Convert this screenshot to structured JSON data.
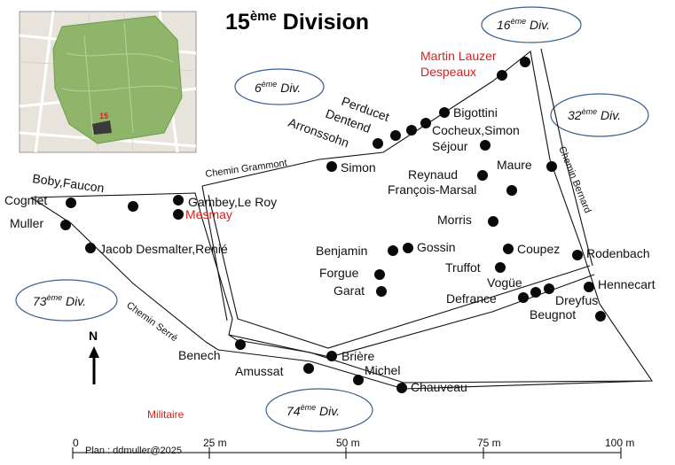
{
  "title": {
    "main": "15",
    "sup": "ème",
    "rest": " Division"
  },
  "north_label": "N",
  "neighbor_divisions": [
    {
      "num": "16",
      "sup": "ème",
      "rest": " Div."
    },
    {
      "num": "6",
      "sup": "ème",
      "rest": " Div."
    },
    {
      "num": "32",
      "sup": "ème",
      "rest": " Div."
    },
    {
      "num": "73",
      "sup": "ème",
      "rest": " Div."
    },
    {
      "num": "74",
      "sup": "ème",
      "rest": " Div."
    }
  ],
  "roads": [
    "Chemin Grammont",
    "Chemin Bernard",
    "Chemin Serré"
  ],
  "militaire_label": "Militaire",
  "inset_map": {
    "division_marker": "15"
  },
  "graves_black": [
    "Bigottini",
    "Perducet",
    "Dentend",
    "Cocheux,Simon",
    "Arronssohn",
    "Séjour",
    "Simon",
    "Maure",
    "Reynaud",
    "François-Marsal",
    "Boby,Faucon",
    "Cogniet",
    "Gambey,Le Roy",
    "Muller",
    "Morris",
    "Jacob Desmalter,Renié",
    "Benjamin",
    "Gossin",
    "Coupez",
    "Rodenbach",
    "Truffot",
    "Forgue",
    "Vogüe",
    "Garat",
    "Hennecart",
    "Defrance",
    "Dreyfus",
    "Beugnot",
    "Benech",
    "Brière",
    "Amussat",
    "Michel",
    "Chauveau"
  ],
  "graves_red": [
    "Martin Lauzer",
    "Despeaux",
    "Mesmay"
  ],
  "scale": {
    "ticks": [
      "0",
      "25 m",
      "50 m",
      "75 m",
      "100 m"
    ],
    "credit": "Plan : ddmuller@2025"
  },
  "colors": {
    "red_label": "#d62020",
    "ellipse_border": "#3b5f8f",
    "park_green": "#8fb56a"
  }
}
